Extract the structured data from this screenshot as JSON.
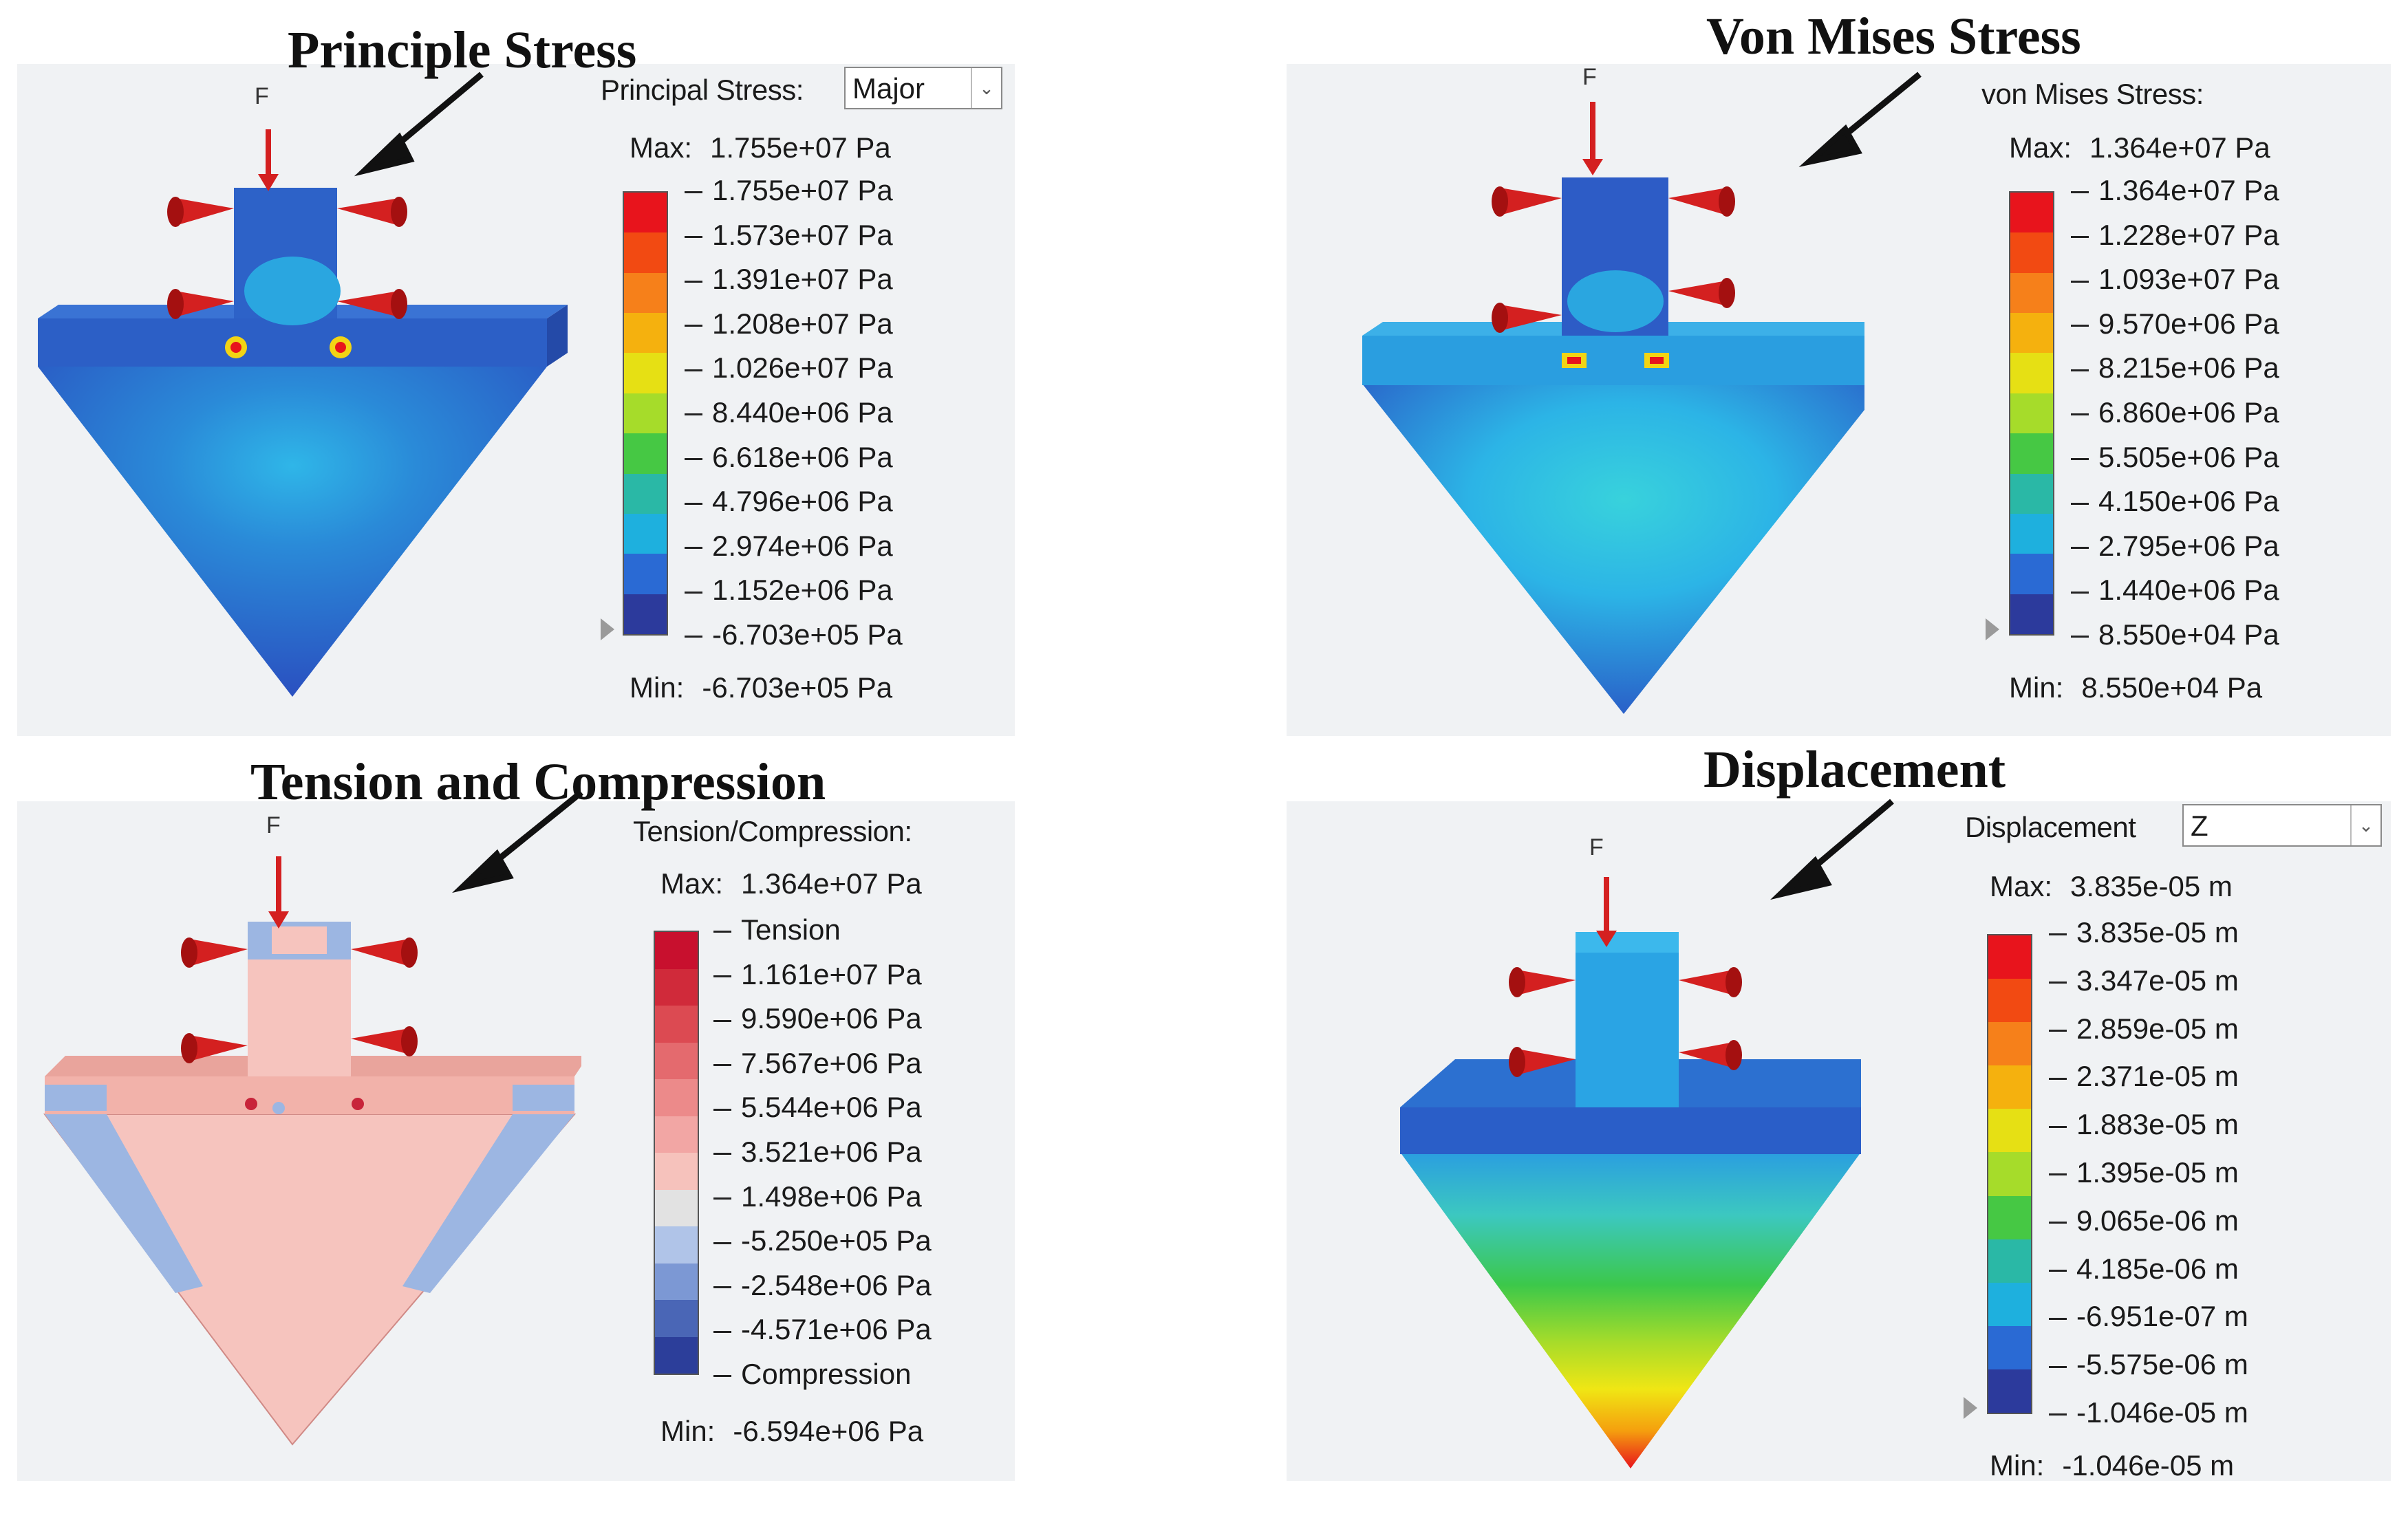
{
  "panels": {
    "principal": {
      "title": "Principle Stress",
      "force_label": "F",
      "header_label": "Principal Stress:",
      "dropdown_value": "Major",
      "max_label": "Max:",
      "max_value": "1.755e+07 Pa",
      "min_label": "Min:",
      "min_value": "-6.703e+05 Pa",
      "legend_ticks": [
        "1.755e+07 Pa",
        "1.573e+07 Pa",
        "1.391e+07 Pa",
        "1.208e+07 Pa",
        "1.026e+07 Pa",
        "8.440e+06 Pa",
        "6.618e+06 Pa",
        "4.796e+06 Pa",
        "2.974e+06 Pa",
        "1.152e+06 Pa",
        "-6.703e+05 Pa"
      ],
      "legend_colors": [
        "#e8141c",
        "#f24a12",
        "#f6801a",
        "#f5b10e",
        "#e6e014",
        "#a6dc2a",
        "#46c844",
        "#2ab8a6",
        "#1eb0de",
        "#2a6ad4",
        "#2c3a9c"
      ]
    },
    "vonmises": {
      "title": "Von Mises Stress",
      "force_label": "F",
      "header_label": "von Mises Stress:",
      "max_label": "Max:",
      "max_value": "1.364e+07 Pa",
      "min_label": "Min:",
      "min_value": "8.550e+04 Pa",
      "legend_ticks": [
        "1.364e+07 Pa",
        "1.228e+07 Pa",
        "1.093e+07 Pa",
        "9.570e+06 Pa",
        "8.215e+06 Pa",
        "6.860e+06 Pa",
        "5.505e+06 Pa",
        "4.150e+06 Pa",
        "2.795e+06 Pa",
        "1.440e+06 Pa",
        "8.550e+04 Pa"
      ],
      "legend_colors": [
        "#e8141c",
        "#f24a12",
        "#f6801a",
        "#f5b10e",
        "#e6e014",
        "#a6dc2a",
        "#46c844",
        "#2ab8a6",
        "#1eb0de",
        "#2a6ad4",
        "#2c3a9c"
      ]
    },
    "tension": {
      "title": "Tension and Compression",
      "force_label": "F",
      "header_label": "Tension/Compression:",
      "max_label": "Max:",
      "max_value": "1.364e+07 Pa",
      "min_label": "Min:",
      "min_value": "-6.594e+06 Pa",
      "legend_ticks": [
        "Tension",
        "1.161e+07 Pa",
        "9.590e+06 Pa",
        "7.567e+06 Pa",
        "5.544e+06 Pa",
        "3.521e+06 Pa",
        "1.498e+06 Pa",
        "-5.250e+05 Pa",
        "-2.548e+06 Pa",
        "-4.571e+06 Pa",
        "Compression"
      ],
      "legend_colors": [
        "#c8102e",
        "#d02a3a",
        "#dc4a52",
        "#e46a6e",
        "#ec8a8a",
        "#f2a6a4",
        "#f6c2bc",
        "#e2e2e2",
        "#b0c4e8",
        "#7c98d4",
        "#4a66b6",
        "#2c3e9a"
      ]
    },
    "displacement": {
      "title": "Displacement",
      "force_label": "F",
      "header_label": "Displacement",
      "dropdown_value": "Z",
      "max_label": "Max:",
      "max_value": "3.835e-05 m",
      "min_label": "Min:",
      "min_value": "-1.046e-05 m",
      "legend_ticks": [
        "3.835e-05 m",
        "3.347e-05 m",
        "2.859e-05 m",
        "2.371e-05 m",
        "1.883e-05 m",
        "1.395e-05 m",
        "9.065e-06 m",
        "4.185e-06 m",
        "-6.951e-07 m",
        "-5.575e-06 m",
        "-1.046e-05 m"
      ],
      "legend_colors": [
        "#e8141c",
        "#f24a12",
        "#f6801a",
        "#f5b10e",
        "#e6e014",
        "#a6dc2a",
        "#46c844",
        "#2ab8a6",
        "#1eb0de",
        "#2a6ad4",
        "#2c3a9c"
      ]
    }
  }
}
